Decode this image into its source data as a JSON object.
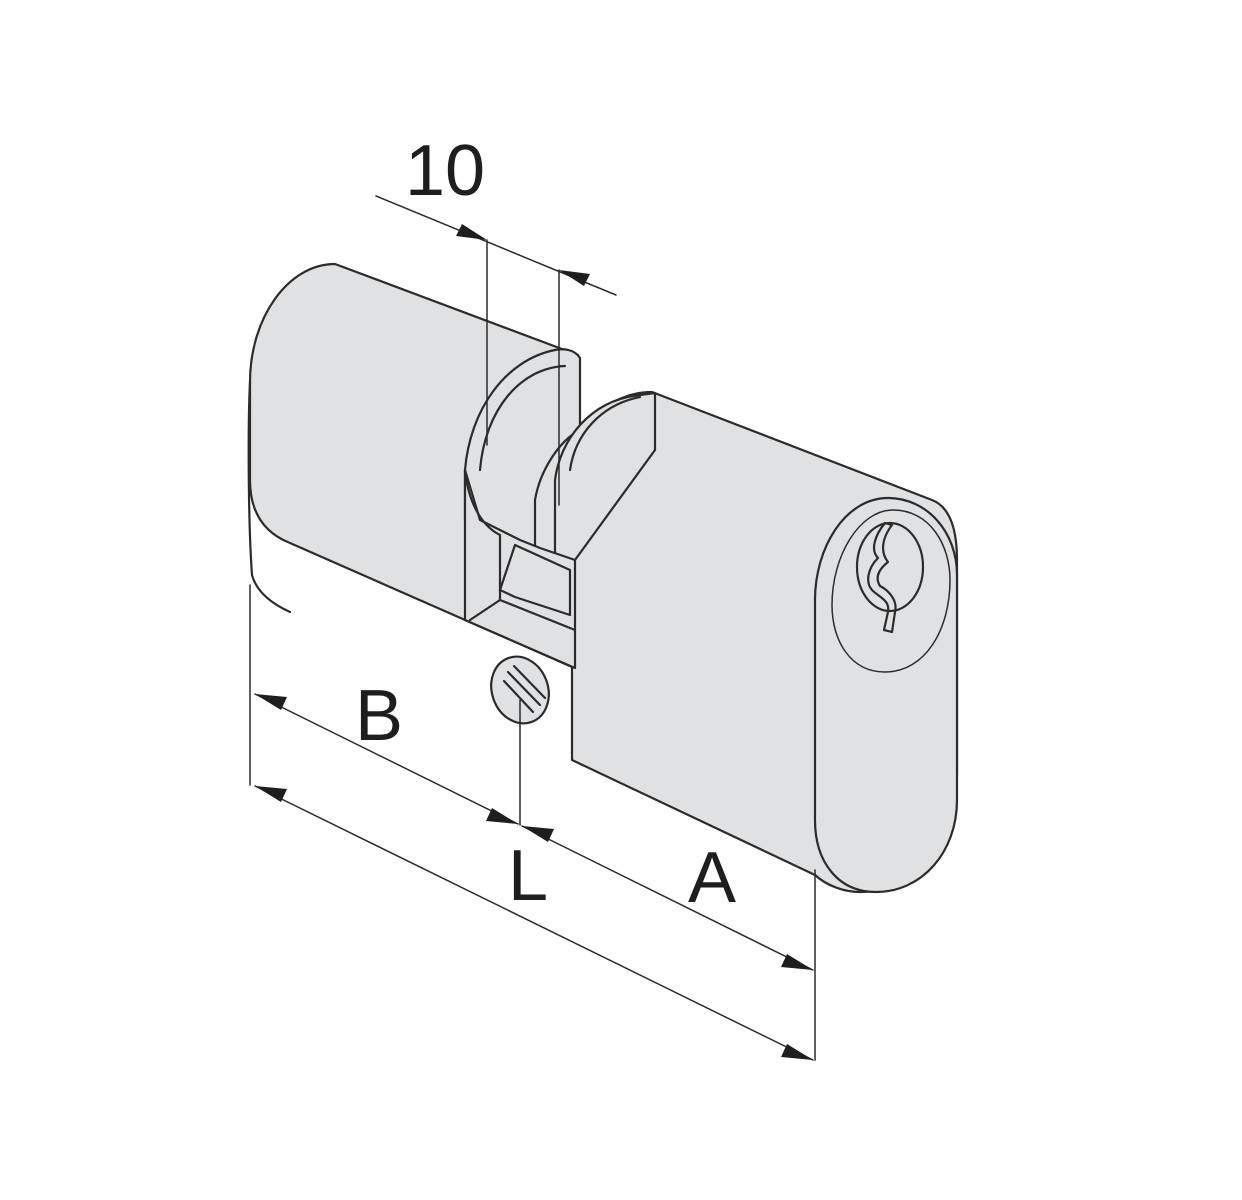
{
  "diagram": {
    "colors": {
      "body_fill": "#e0e1e3",
      "stroke": "#2b2b2b",
      "text": "#1e1e1e",
      "background": "#ffffff"
    },
    "labels": {
      "gap_dimension": "10",
      "dim_b": "B",
      "dim_l": "L",
      "dim_a": "A"
    }
  }
}
